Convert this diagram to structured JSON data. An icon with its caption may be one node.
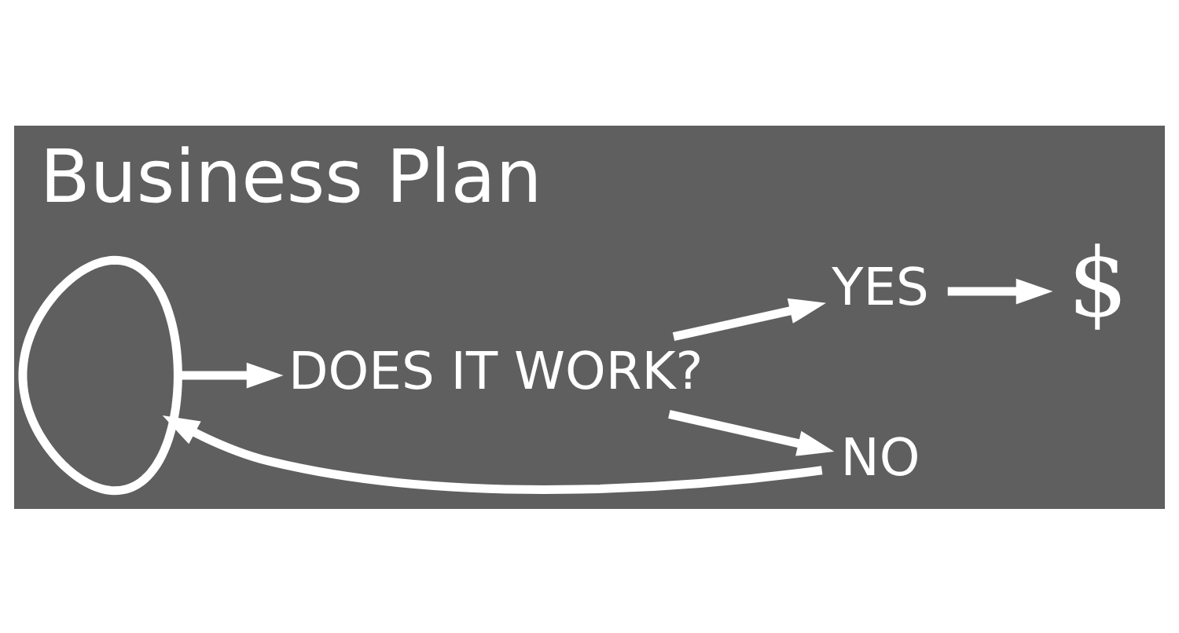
{
  "diagram": {
    "title": "Business Plan",
    "nodes": [
      {
        "text": [],
        "shape": "picture"
      },
      {
        "text": [
          "DOES IT WORK?"
        ]
      },
      {
        "text": [
          "YES"
        ]
      },
      {
        "text": [
          "$"
        ]
      },
      {
        "text": [
          "NO"
        ]
      }
    ],
    "edges": [
      {
        "from": 0,
        "to": 1,
        "arrow": "to"
      },
      {
        "from": 1,
        "to": 2,
        "arrow": "to"
      },
      {
        "from": 1,
        "to": 4,
        "arrow": "to"
      },
      {
        "from": 2,
        "to": 3,
        "arrow": "to"
      },
      {
        "from": 4,
        "to": 0,
        "arrow": "to"
      }
    ]
  }
}
